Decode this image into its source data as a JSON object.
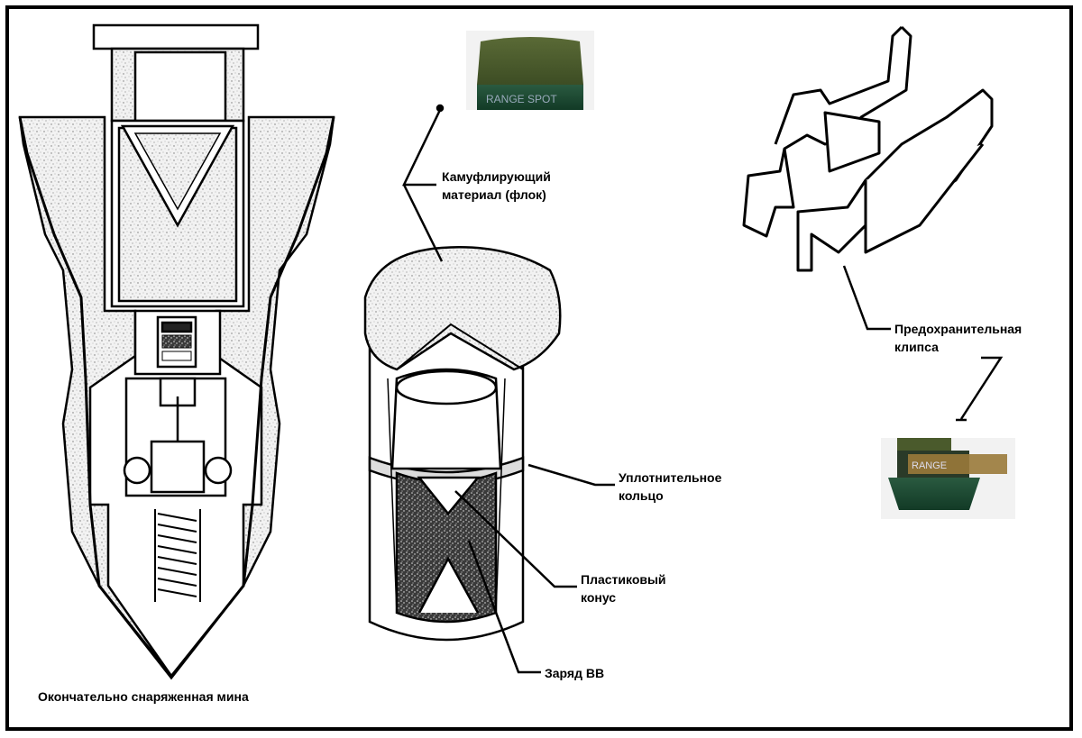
{
  "labels": {
    "camouflage": {
      "line1": "Камуфлирующий",
      "line2": "материал (флок)"
    },
    "clip": {
      "line1": "Предохранительная",
      "line2": "клипса"
    },
    "seal_ring": {
      "line1": "Уплотнительное",
      "line2": "кольцо"
    },
    "plastic_cone": {
      "line1": "Пластиковый",
      "line2": "конус"
    },
    "charge": "Заряд ВВ",
    "assembled_mine": "Окончательно снаряженная мина"
  },
  "photos": {
    "top_cap_text": "RANGE SPOT",
    "clip_text": "RANGE"
  },
  "colors": {
    "flock_green": "#4a5a2c",
    "body_green": "#1f4a35",
    "clip_brass": "#9a7a3a",
    "line": "#000000",
    "speckle": "#e6e6e6"
  }
}
